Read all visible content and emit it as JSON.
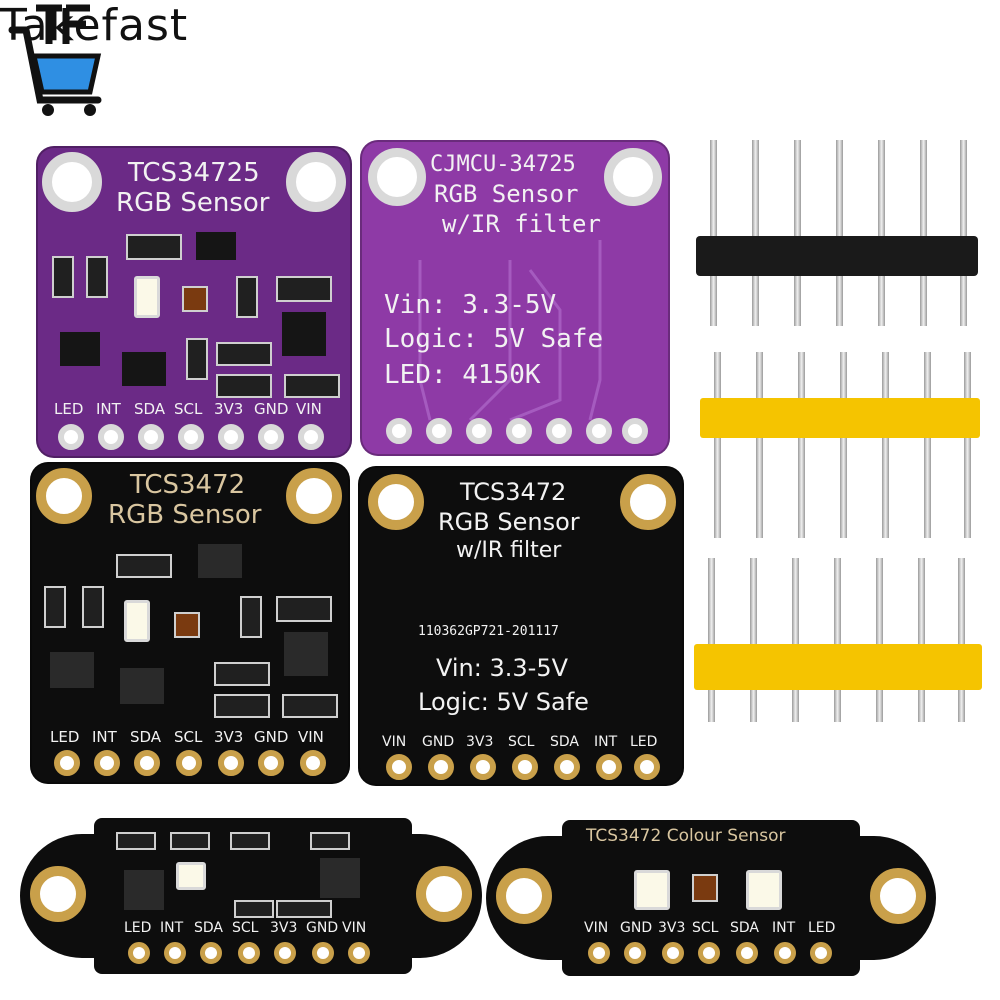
{
  "brand": {
    "logo_letters": "TF",
    "name": "Takefast"
  },
  "boards": {
    "purple_tcs34725": {
      "title": "TCS34725",
      "subtitle": "RGB Sensor",
      "pins": [
        "LED",
        "INT",
        "SDA",
        "SCL",
        "3V3",
        "GND",
        "VIN"
      ]
    },
    "purple_cjmcu": {
      "title": "CJMCU-34725",
      "subtitle": "RGB Sensor",
      "subtitle2": "w/IR filter",
      "line1": "Vin: 3.3-5V",
      "line2": "Logic: 5V Safe",
      "line3": "LED: 4150K"
    },
    "black_tcs3472": {
      "title": "TCS3472",
      "subtitle": "RGB Sensor",
      "pins": [
        "LED",
        "INT",
        "SDA",
        "SCL",
        "3V3",
        "GND",
        "VIN"
      ]
    },
    "black_tcs3472_ir": {
      "title": "TCS3472",
      "subtitle": "RGB Sensor",
      "subtitle2": "w/IR filter",
      "serial": "110362GP721-201117",
      "line1": "Vin: 3.3-5V",
      "line2": "Logic: 5V Safe",
      "pins": [
        "VIN",
        "GND",
        "3V3",
        "SCL",
        "SDA",
        "INT",
        "LED"
      ]
    },
    "bottom_left": {
      "pins": [
        "LED",
        "INT",
        "SDA",
        "SCL",
        "3V3",
        "GND",
        "VIN"
      ]
    },
    "bottom_right": {
      "title": "TCS3472 Colour Sensor",
      "pins": [
        "VIN",
        "GND",
        "3V3",
        "SCL",
        "SDA",
        "INT",
        "LED"
      ]
    }
  },
  "headers": {
    "colors": [
      "#1a1a1a",
      "#f5c400",
      "#f5c400"
    ],
    "pin_count": 7
  }
}
